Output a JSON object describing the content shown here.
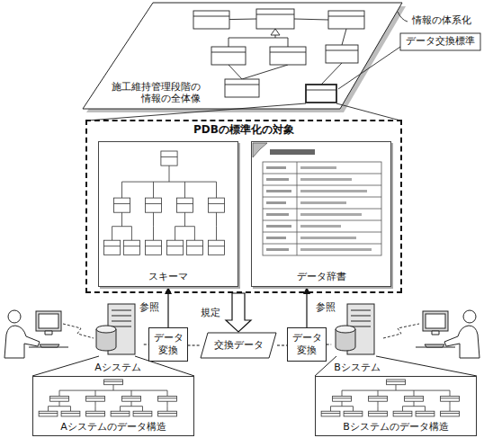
{
  "diagram": {
    "nodes": [
      {
        "text": [
          "施工維持管理段階の情報の全体像"
        ]
      },
      {
        "text": [
          "PDBの標準化の対象"
        ]
      },
      {
        "text": [
          "スキーマ"
        ],
        "in": 1
      },
      {
        "text": [
          "データ辞書"
        ],
        "in": 1
      },
      {
        "text": [
          "Aシステム"
        ]
      },
      {
        "text": [
          "データ変換"
        ]
      },
      {
        "text": [
          "交換データ"
        ]
      },
      {
        "text": [
          "データ変換"
        ]
      },
      {
        "text": [
          "Bシステム"
        ]
      },
      {
        "text": [
          "Aシステムのデータ構造"
        ]
      },
      {
        "text": [
          "Bシステムのデータ構造"
        ]
      }
    ],
    "edges": [
      {
        "from": 5,
        "to": 2,
        "label": "参照",
        "arrow": "to"
      },
      {
        "from": 1,
        "to": 6,
        "label": "規定",
        "arrow": "to"
      },
      {
        "from": 7,
        "to": 3,
        "label": "参照",
        "arrow": "to"
      },
      {
        "from": 4,
        "to": 5,
        "arrow": "none"
      },
      {
        "from": 5,
        "to": 6,
        "arrow": "none"
      },
      {
        "from": 6,
        "to": 7,
        "arrow": "none"
      },
      {
        "from": 7,
        "to": 8,
        "arrow": "none"
      }
    ],
    "labels": [
      "情報の体系化",
      "データ交換標準"
    ]
  }
}
